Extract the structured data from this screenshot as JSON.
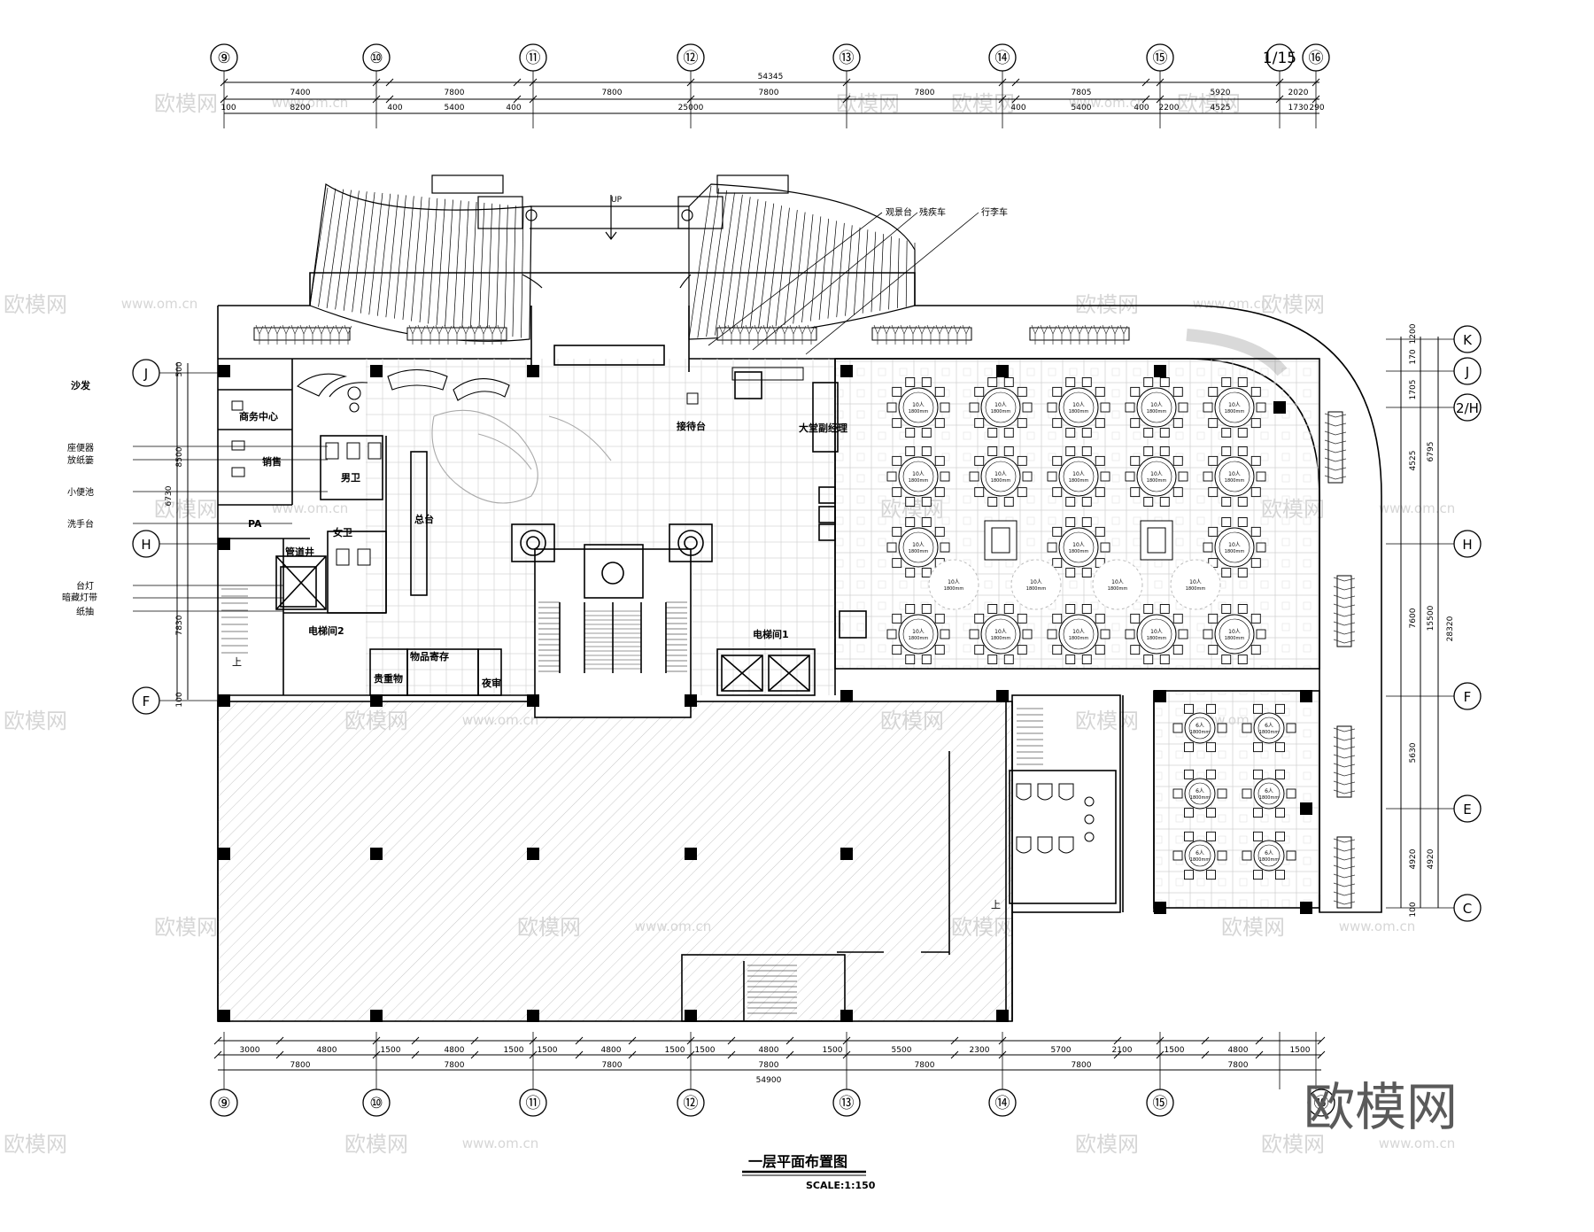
{
  "grid": {
    "columns": [
      "⑨",
      "⑩",
      "⑪",
      "⑫",
      "⑬",
      "⑭",
      "⑮",
      "1/15",
      "⑯"
    ],
    "rows": [
      "K",
      "J",
      "2/H",
      "H",
      "F",
      "E",
      "C"
    ],
    "left_rows": [
      "J",
      "H",
      "F"
    ]
  },
  "dimensions": {
    "top_total": "54345",
    "top_row1": [
      "7400",
      "7800",
      "7800",
      "7800",
      "7800",
      "7805",
      "5920",
      "2020"
    ],
    "top_row2": [
      "100",
      "8200",
      "400",
      "5400",
      "400",
      "25000",
      "400",
      "5400",
      "400",
      "2200",
      "4525",
      "1730",
      "290"
    ],
    "bottom_row1": [
      "3000",
      "4800",
      "1500",
      "4800",
      "1500",
      "1500",
      "4800",
      "1500",
      "1500",
      "4800",
      "1500",
      "5500",
      "2300",
      "5700",
      "2100",
      "1500",
      "4800",
      "1500"
    ],
    "bottom_row2": [
      "7800",
      "7800",
      "7800",
      "7800",
      "7800",
      "7800",
      "7800"
    ],
    "bottom_total": "54900",
    "left": [
      "500",
      "8500",
      "6730",
      "7830",
      "100"
    ],
    "right_a": [
      "1200",
      "170",
      "1705",
      "4525",
      "7600",
      "5630",
      "4920",
      "100"
    ],
    "right_b": [
      "6795",
      "15500",
      "28320",
      "4920"
    ]
  },
  "rooms": {
    "business_center": "商务中心",
    "sales": "销售",
    "mens_wc": "男卫",
    "womens_wc": "女卫",
    "pa": "PA",
    "pipe_shaft": "管道井",
    "elevator_hall_2": "电梯间2",
    "elevator_hall_1": "电梯间1",
    "valuables": "贵重物",
    "storage": "物品寄存",
    "night_audit": "夜审",
    "reception": "接待台",
    "front_desk": "总台",
    "lobby_manager": "大堂副经理",
    "stair_up": "上",
    "up_arrow": "UP"
  },
  "left_labels": [
    "沙发",
    "座便器",
    "放纸篓",
    "小便池",
    "洗手台",
    "台灯",
    "暗藏灯带",
    "纸抽"
  ],
  "leaders": [
    "观景台",
    "残疾车",
    "行李车"
  ],
  "tables": {
    "ten_person": "10人",
    "ten_person_dia": "1800mm",
    "six_person": "6人",
    "six_person_dia": "1800mm"
  },
  "title": "一层平面布置图",
  "scale": "SCALE:1:150",
  "watermark_big": "欧模网",
  "watermark_small": "欧模网",
  "watermark_url": "www.om.cn",
  "watermark_cn": "om.cn",
  "colors": {
    "line": "#000000",
    "watermark": "#d6d6d6",
    "hatch": "#bdbdbd"
  }
}
